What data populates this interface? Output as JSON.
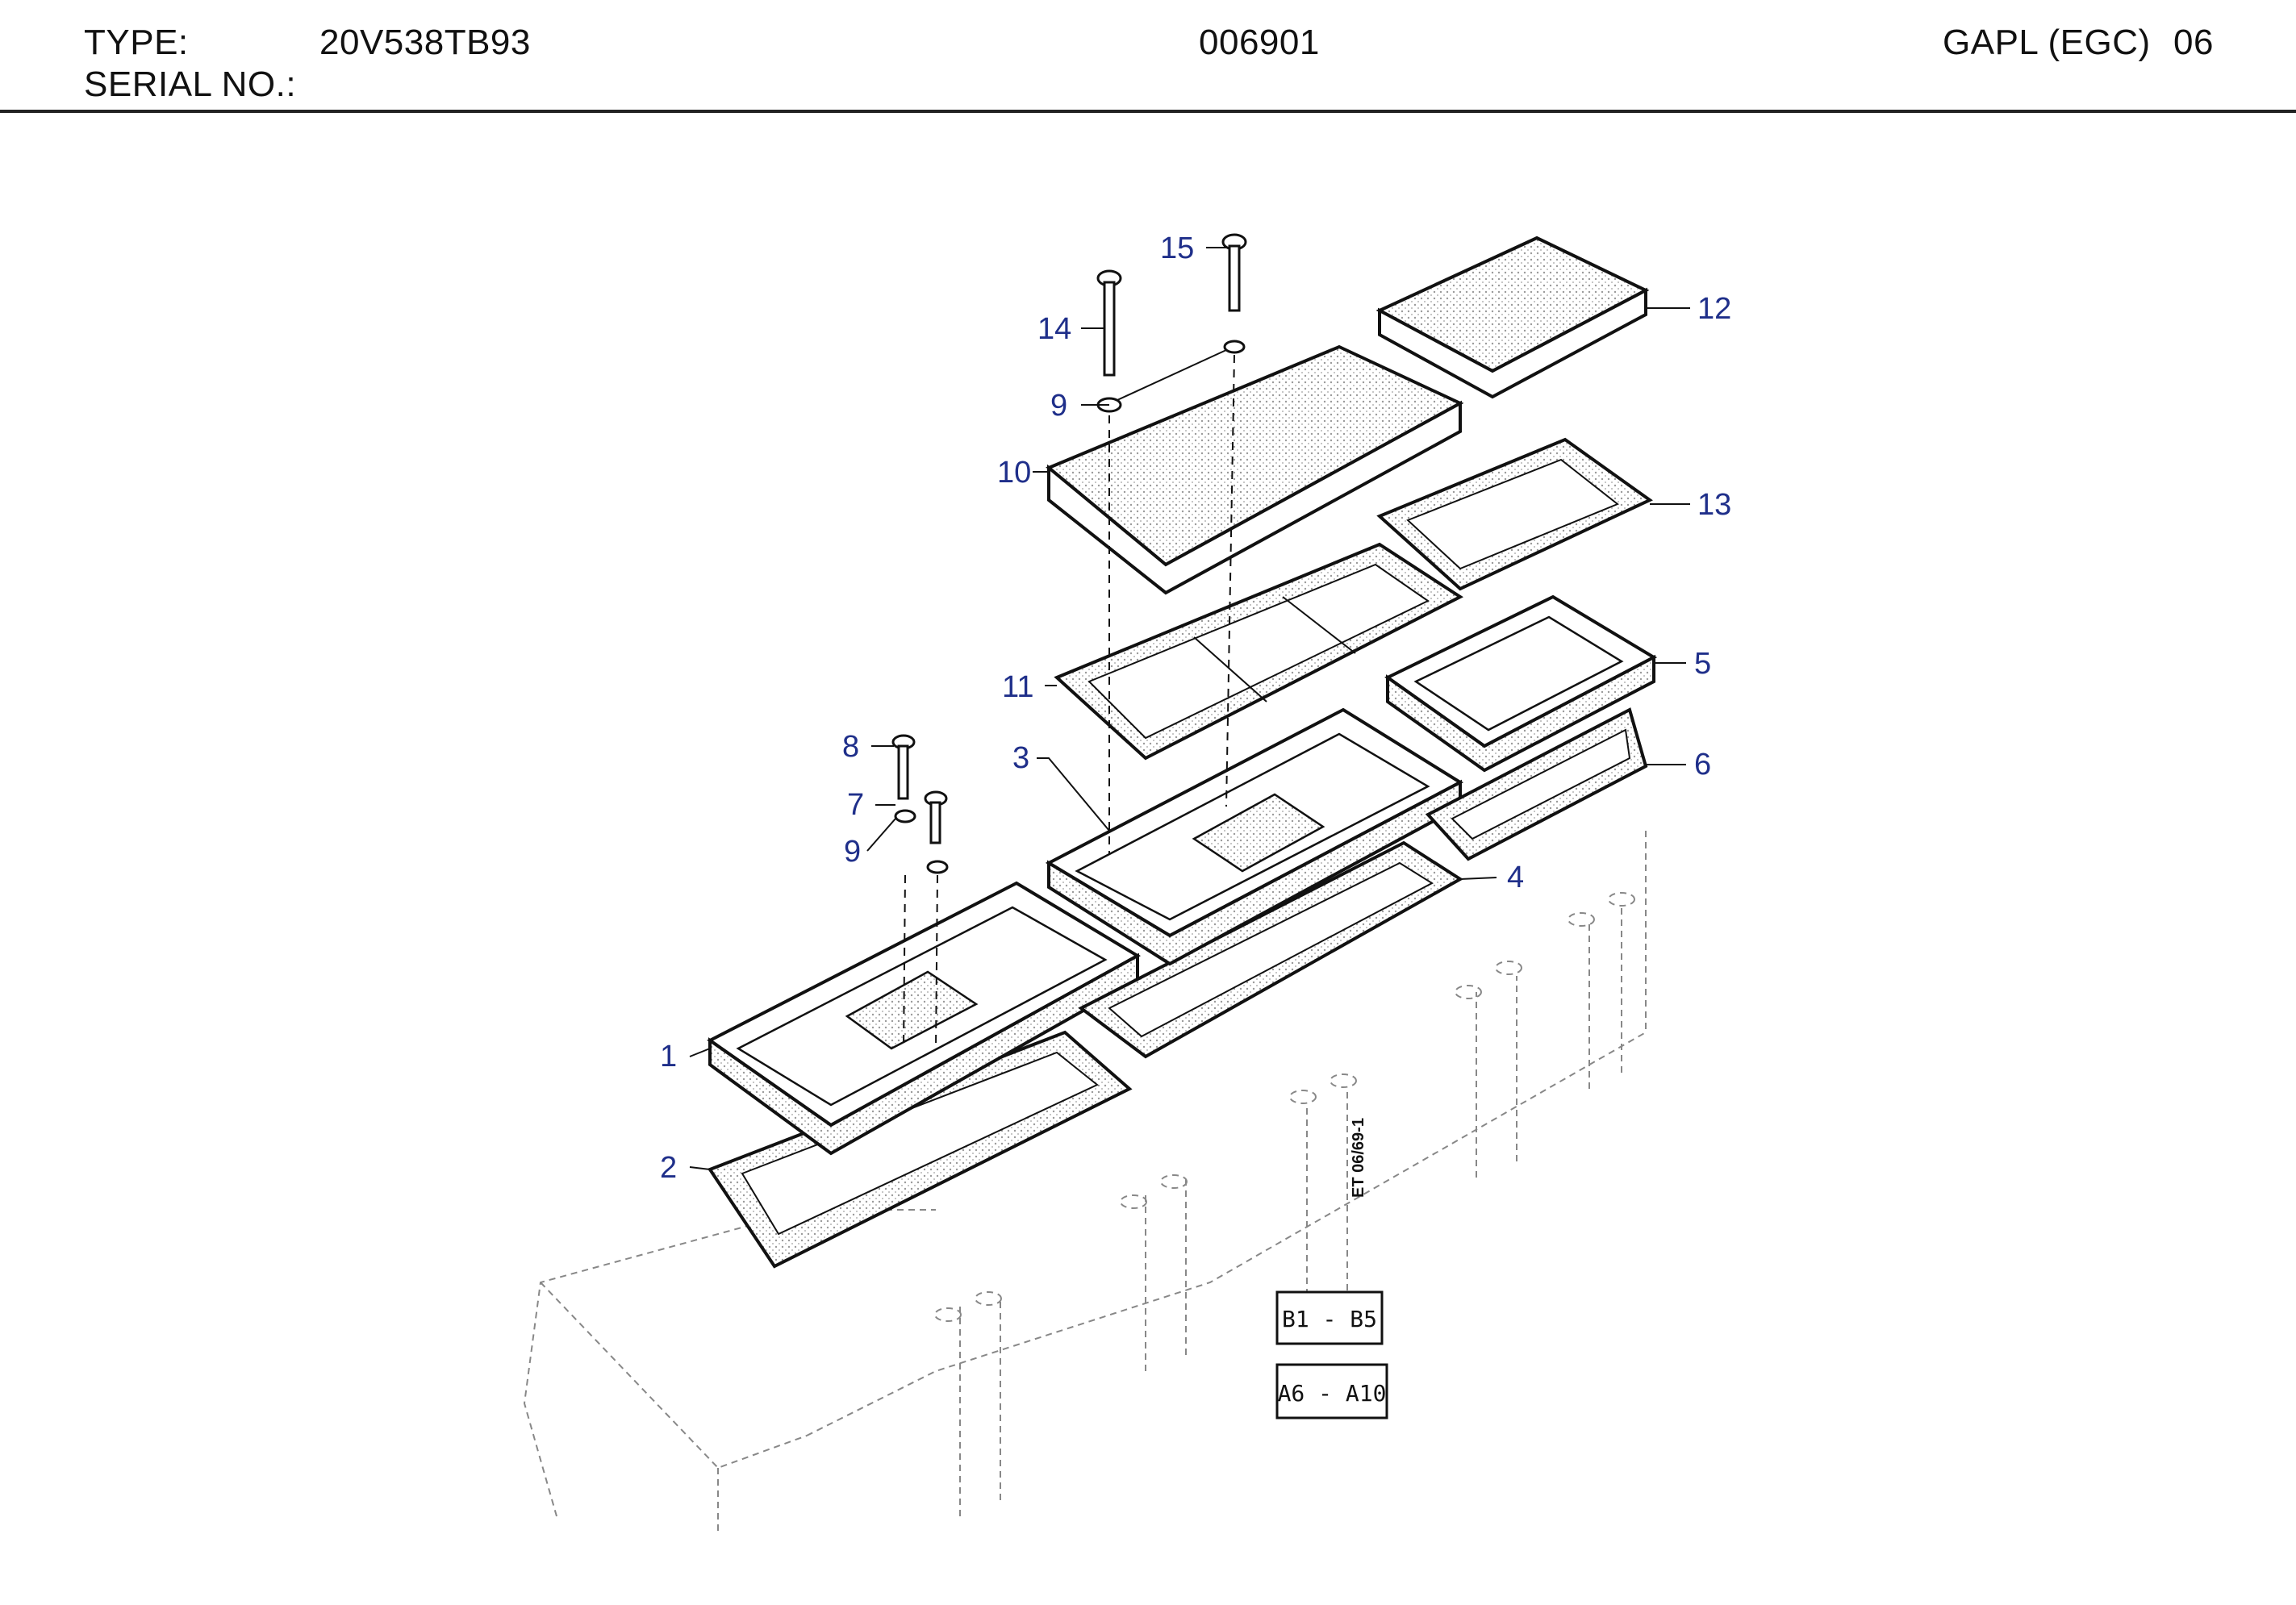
{
  "header": {
    "type_label": "TYPE:",
    "type_value": "20V538TB93",
    "serial_label": "SERIAL NO.:",
    "doc_number": "006901",
    "group_code": "GAPL (EGC)",
    "group_number": "06"
  },
  "diagram": {
    "drawing_id": "ET 06/69-1",
    "cylinder_ranges": [
      "B1 - B5",
      "A6 - A10"
    ],
    "callouts": [
      "1",
      "2",
      "3",
      "4",
      "5",
      "6",
      "7",
      "8",
      "9",
      "9",
      "10",
      "11",
      "12",
      "13",
      "14",
      "15"
    ]
  },
  "colors": {
    "callout_text": "#1f2f8a",
    "line": "#111111",
    "stipple": "#cfcfcf",
    "dashed_block": "#888888"
  }
}
